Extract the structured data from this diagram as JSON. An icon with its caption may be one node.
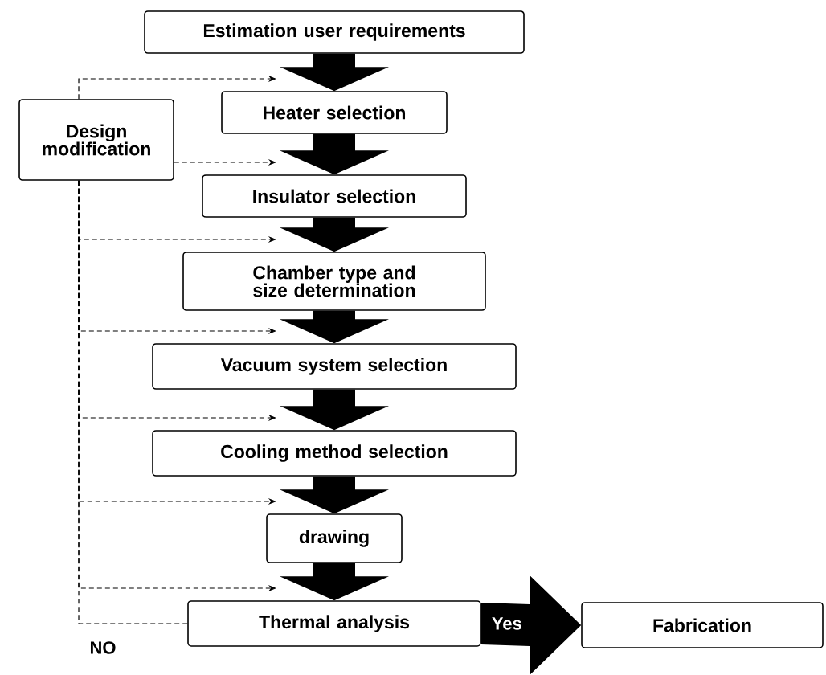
{
  "diagram": {
    "nodes": [
      {
        "text": [
          "Estimation user requirements"
        ]
      },
      {
        "text": [
          "Heater selection"
        ]
      },
      {
        "text": [
          "Insulator selection"
        ]
      },
      {
        "text": [
          "Chamber type and size determination"
        ]
      },
      {
        "text": [
          "Vacuum system selection"
        ]
      },
      {
        "text": [
          "Cooling method selection"
        ]
      },
      {
        "text": [
          "drawing"
        ]
      },
      {
        "text": [
          "Thermal analysis"
        ]
      },
      {
        "text": [
          "Design modification"
        ]
      },
      {
        "text": [
          "Fabrication"
        ]
      }
    ],
    "edges": [
      {
        "from": 0,
        "to": 1,
        "arrow": "to"
      },
      {
        "from": 1,
        "to": 2,
        "arrow": "to"
      },
      {
        "from": 2,
        "to": 3,
        "arrow": "to"
      },
      {
        "from": 3,
        "to": 4,
        "arrow": "to"
      },
      {
        "from": 4,
        "to": 5,
        "arrow": "to"
      },
      {
        "from": 5,
        "to": 6,
        "arrow": "to"
      },
      {
        "from": 6,
        "to": 7,
        "arrow": "to"
      },
      {
        "from": 7,
        "to": 9,
        "arrow": "to",
        "label": "Yes"
      },
      {
        "from": 7,
        "to": 8,
        "arrow": "none",
        "label": "NO",
        "style": "dashed"
      },
      {
        "from": 8,
        "to": 1,
        "arrow": "to",
        "style": "dashed"
      },
      {
        "from": 8,
        "to": 2,
        "arrow": "to",
        "style": "dashed"
      },
      {
        "from": 8,
        "to": 3,
        "arrow": "to",
        "style": "dashed"
      },
      {
        "from": 8,
        "to": 4,
        "arrow": "to",
        "style": "dashed"
      },
      {
        "from": 8,
        "to": 5,
        "arrow": "to",
        "style": "dashed"
      },
      {
        "from": 8,
        "to": 6,
        "arrow": "to",
        "style": "dashed"
      },
      {
        "from": 8,
        "to": 7,
        "arrow": "to",
        "style": "dashed"
      }
    ]
  }
}
